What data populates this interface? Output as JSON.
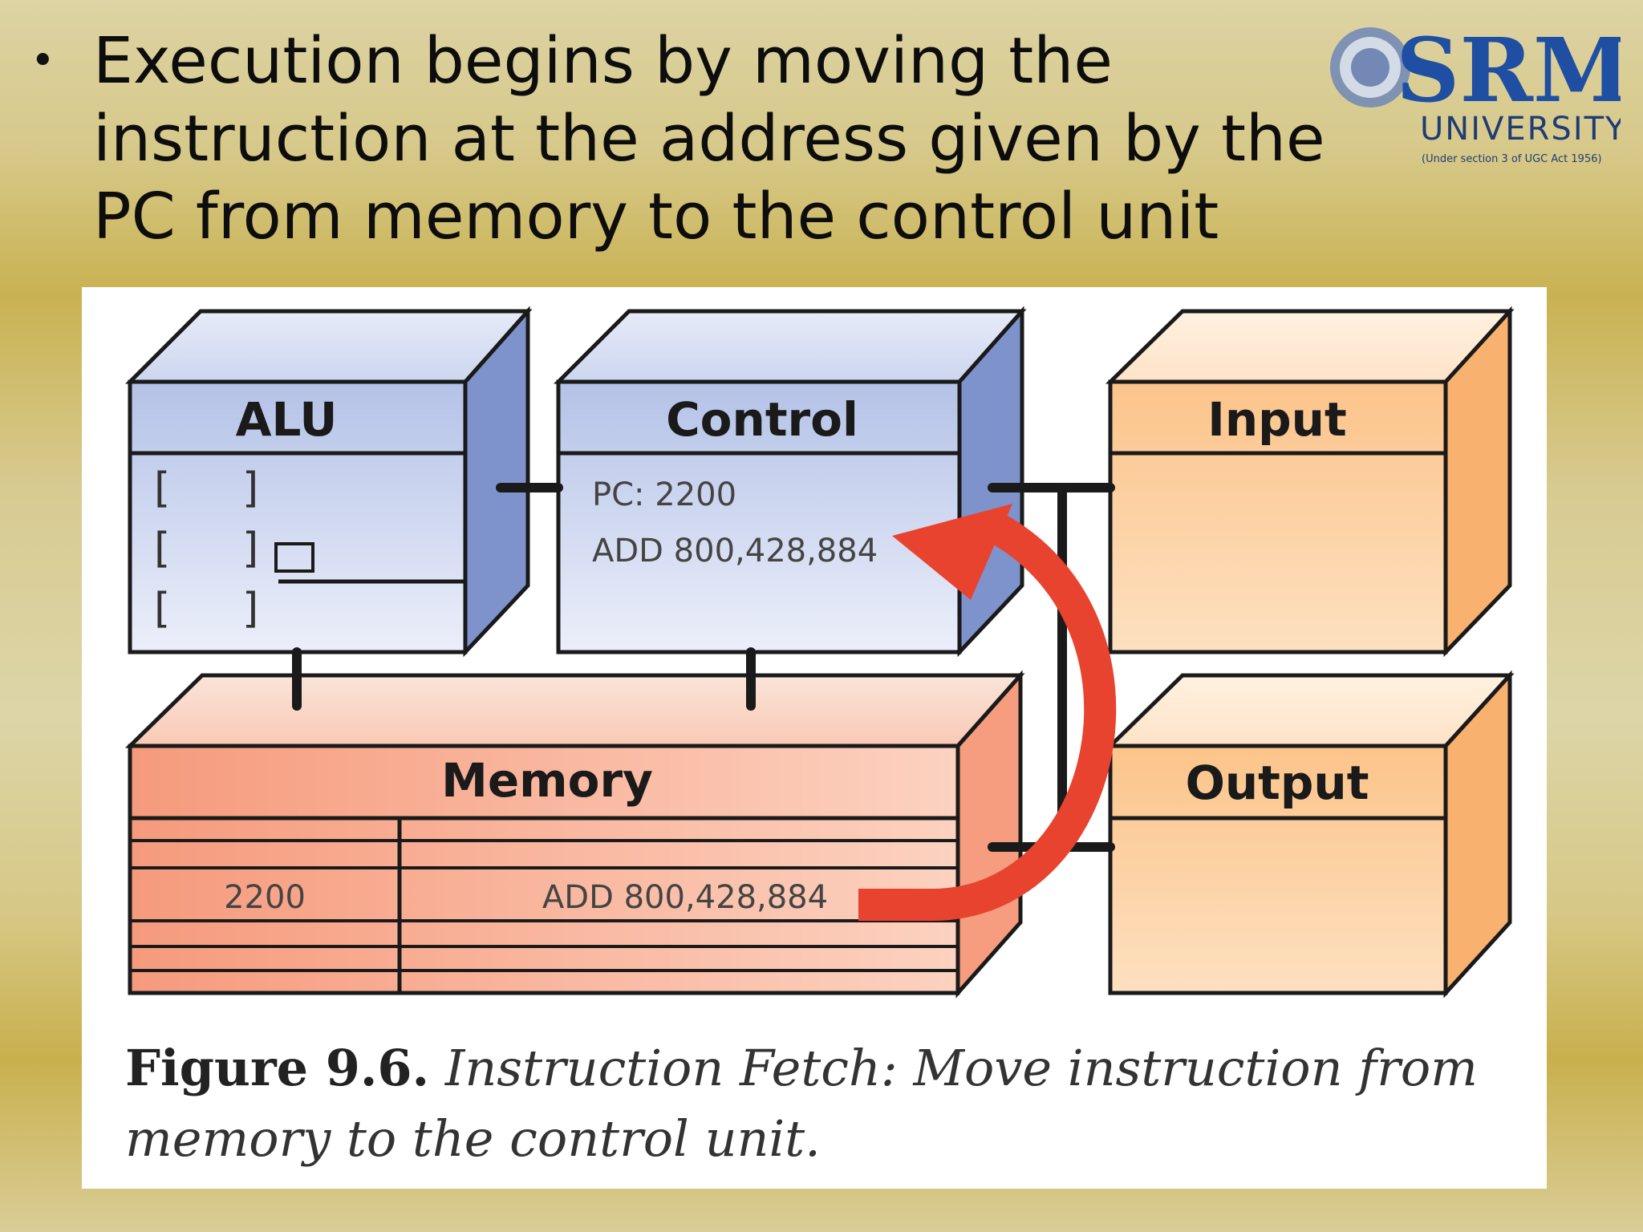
{
  "bullet": {
    "marker": "•",
    "text": "Execution begins by moving the instruction at the address given by the PC from memory to the control unit"
  },
  "logo": {
    "name": "SRM",
    "subtitle": "UNIVERSITY",
    "tagline": "(Under section 3 of UGC Act 1956)"
  },
  "figure": {
    "alu": {
      "label": "ALU",
      "brackets": [
        "[",
        "]",
        "[",
        "]",
        "[",
        "]"
      ]
    },
    "control": {
      "label": "Control",
      "pc": "PC: 2200",
      "instruction": "ADD 800,428,884"
    },
    "input": {
      "label": "Input"
    },
    "output": {
      "label": "Output"
    },
    "memory": {
      "label": "Memory",
      "address": "2200",
      "contents": "ADD 800,428,884"
    },
    "caption_bold": "Figure 9.6.",
    "caption_rest": " Instruction Fetch: Move instruction from memory to the control unit."
  },
  "colors": {
    "blue_front": "#c3cdeb",
    "blue_side": "#7e93cc",
    "orange_front": "#fcc690",
    "salmon_front": "#f7a98c",
    "arrow": "#e8432f"
  }
}
